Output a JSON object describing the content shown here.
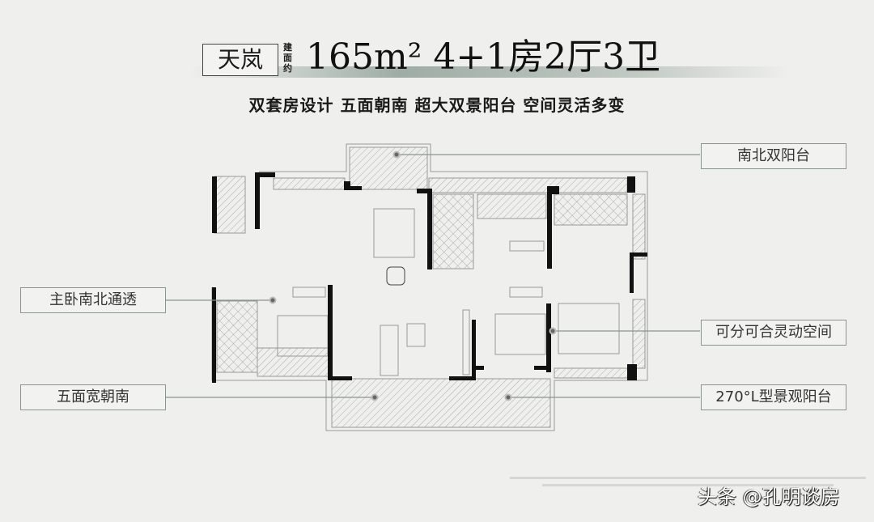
{
  "header": {
    "project_name": "天岚",
    "area_prefix": "建面约",
    "headline": "165m² 4+1房2厅3卫",
    "subtitle": "双套房设计 五面朝南 超大双景阳台 空间灵活多变"
  },
  "callouts": [
    {
      "label": "南北双阳台"
    },
    {
      "label": "主卧南北通透"
    },
    {
      "label": "可分可合灵动空间"
    },
    {
      "label": "五面宽朝南"
    },
    {
      "label": "270°L型景观阳台"
    }
  ],
  "watermark": "头条 @孔明谈房",
  "colors": {
    "background": "#efefed",
    "wall": "#111111",
    "callout_border": "#8a958e",
    "band": "#8fa096"
  }
}
